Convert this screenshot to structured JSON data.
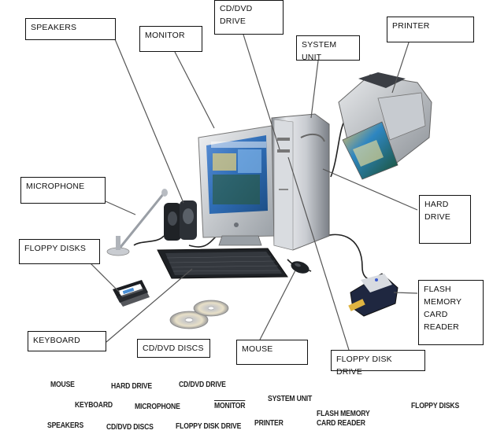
{
  "labels": {
    "speakers": "SPEAKERS",
    "monitor": "MONITOR",
    "cd_dvd_drive_1": "CD/DVD",
    "cd_dvd_drive_2": "DRIVE",
    "system_unit": "SYSTEM UNIT",
    "printer": "PRINTER",
    "microphone": "MICROPHONE",
    "hard_drive_1": "HARD",
    "hard_drive_2": "DRIVE",
    "floppy_disks": "FLOPPY DISKS",
    "flash_1": "FLASH",
    "flash_2": "MEMORY",
    "flash_3": "CARD",
    "flash_4": "READER",
    "keyboard": "KEYBOARD",
    "cd_dvd_discs": "CD/DVD DISCS",
    "mouse": "MOUSE",
    "floppy_disk_drive": "FLOPPY DISK DRIVE"
  },
  "word_bank": {
    "mouse": "MOUSE",
    "hard_drive": "HARD DRIVE",
    "cd_dvd_drive": "CD/DVD DRIVE",
    "system_unit": "SYSTEM UNIT",
    "floppy_disks": "FLOPPY DISKS",
    "keyboard": "KEYBOARD",
    "microphone": "MICROPHONE",
    "monitor": "MONITOR",
    "flash_1": "FLASH MEMORY",
    "flash_2": "CARD READER",
    "speakers": "SPEAKERS",
    "cd_dvd_discs": "CD/DVD DISCS",
    "floppy_disk_drive": "FLOPPY DISK DRIVE",
    "printer": "PRINTER"
  },
  "colors": {
    "line": "#555555",
    "border": "#111111",
    "screen": "#3a78c8"
  }
}
